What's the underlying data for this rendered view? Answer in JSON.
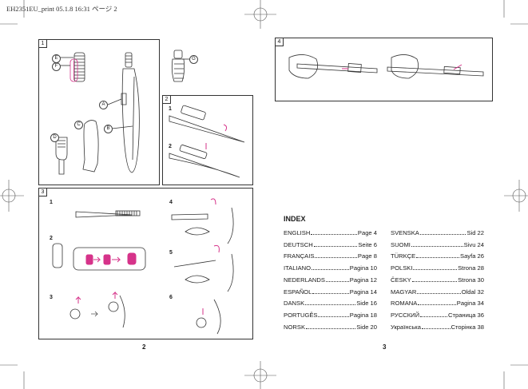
{
  "header": {
    "text": "EH2351EU_print   05.1.8 16:31   ページ 2"
  },
  "panels": [
    {
      "num": "1"
    },
    {
      "num": "2"
    },
    {
      "num": "3"
    },
    {
      "num": "4"
    }
  ],
  "callouts": {
    "a": "A",
    "b": "B",
    "c": "C",
    "d": "D",
    "e": "E",
    "f": "F",
    "g": "G"
  },
  "steps_panel2": [
    "1",
    "2"
  ],
  "steps_panel3": [
    "1",
    "2",
    "3",
    "4",
    "5",
    "6"
  ],
  "index": {
    "title": "INDEX",
    "left": [
      {
        "name": "ENGLISH",
        "page": "Page 4"
      },
      {
        "name": "DEUTSCH",
        "page": "Seite 6"
      },
      {
        "name": "FRANÇAIS",
        "page": "Page 8"
      },
      {
        "name": "ITALIANO",
        "page": "Pagina 10"
      },
      {
        "name": "NEDERLANDS",
        "page": "Pagina 12"
      },
      {
        "name": "ESPAÑOL",
        "page": "Pagina 14"
      },
      {
        "name": "DANSK",
        "page": "Side 16"
      },
      {
        "name": "PORTUGÊS",
        "page": "Pagina 18"
      },
      {
        "name": "NORSK",
        "page": "Side 20"
      }
    ],
    "right": [
      {
        "name": "SVENSKA",
        "page": "Sid 22"
      },
      {
        "name": "SUOMI",
        "page": "Sivu 24"
      },
      {
        "name": "TÜRKÇE",
        "page": "Sayfa 26"
      },
      {
        "name": "POLSKI",
        "page": "Strona 28"
      },
      {
        "name": "ČESKY",
        "page": "Strona 30"
      },
      {
        "name": "MAGYAR",
        "page": "Oldal 32"
      },
      {
        "name": "ROMANA",
        "page": "Pagina 34"
      },
      {
        "name": "РУССКИЙ",
        "page": "Страница 36"
      },
      {
        "name": "Українська",
        "page": "Сторінка 38"
      }
    ]
  },
  "page_numbers": {
    "left": "2",
    "right": "3"
  },
  "colors": {
    "accent": "#d6338a",
    "line": "#333333"
  }
}
